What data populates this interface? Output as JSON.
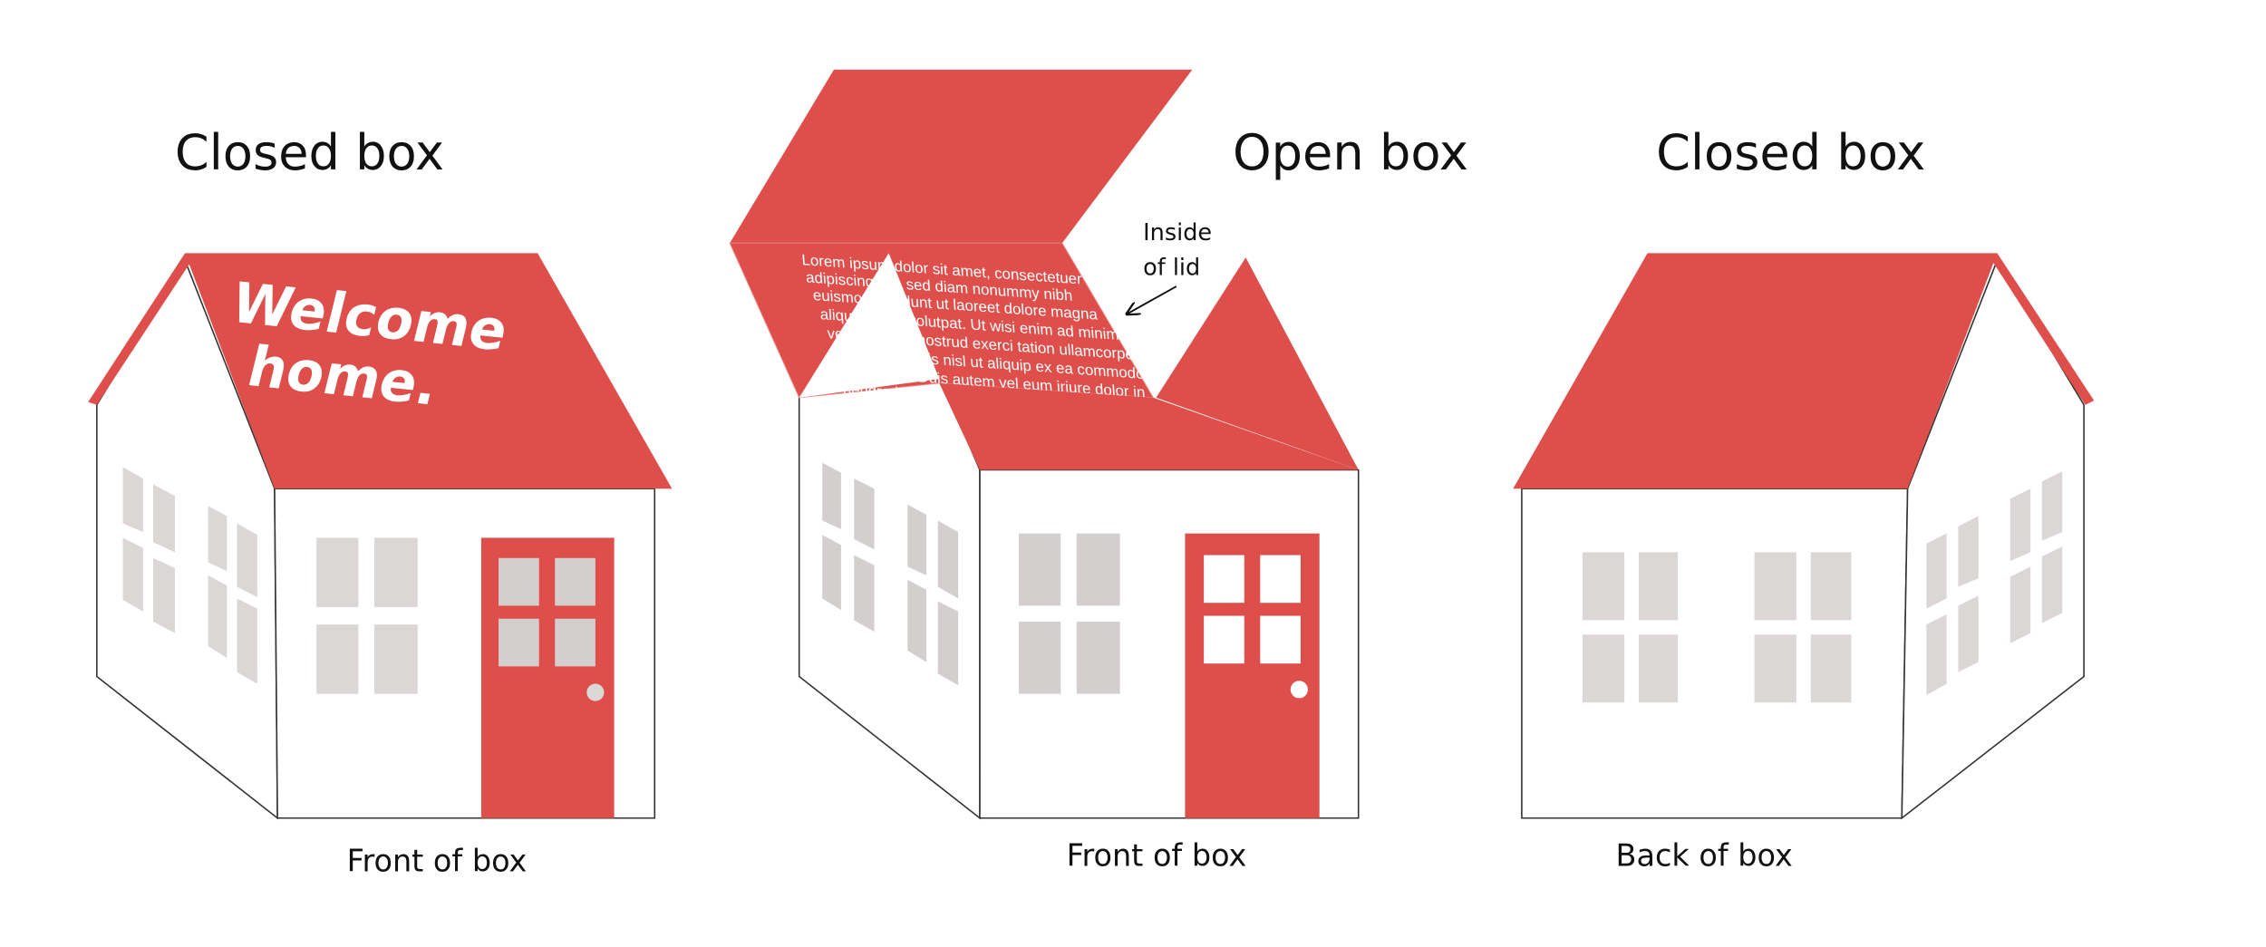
{
  "colors": {
    "roof": "#de4f4b",
    "window": "#dcd7d7",
    "wall": "#ffffff",
    "outline": "#333333"
  },
  "houses": [
    {
      "title": "Closed box",
      "caption": "Front of box",
      "roof_text": [
        "Welcome",
        "home."
      ]
    },
    {
      "title": "Open box",
      "caption": "Front of box",
      "annotation": [
        "Inside",
        "of lid"
      ],
      "lid_text": [
        "Lorem ipsum dolor sit amet, consectetuer",
        "adipiscing elit, sed diam nonummy nibh",
        "euismod tincidunt ut laoreet dolore magna",
        "aliquam erat volutpat. Ut wisi enim ad minim",
        "veniam, quis nostrud exerci tation ullamcorper",
        "suscipit lobortis nisl ut aliquip ex ea commodo",
        "consequat. Duis autem vel eum iriure dolor in",
        "hendrerit in vulputate velit esse molestie"
      ]
    },
    {
      "title": "Closed box",
      "caption": "Back of box"
    }
  ]
}
